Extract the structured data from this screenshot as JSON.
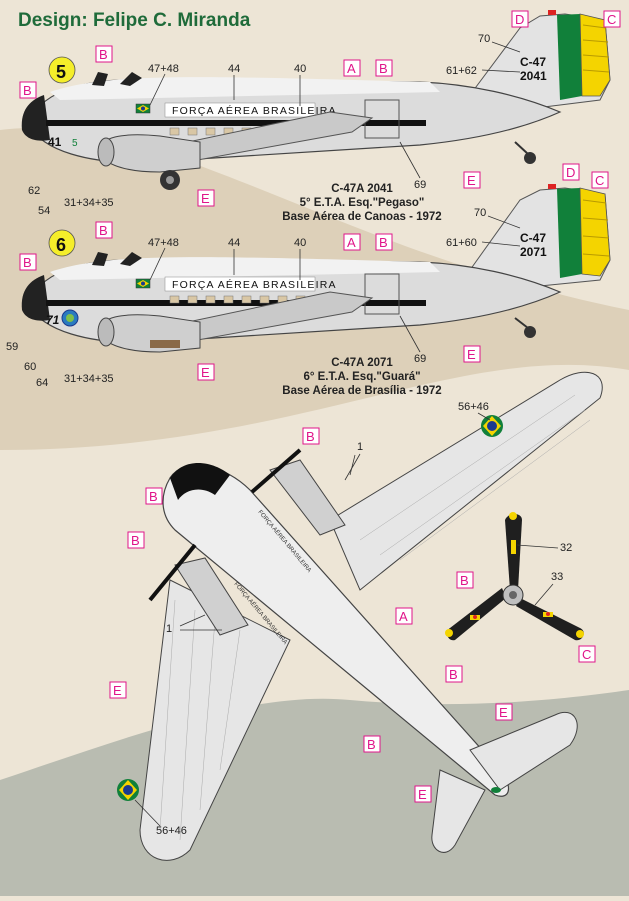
{
  "title": "Design: Felipe C. Miranda",
  "colors": {
    "background_top": "#ede5d6",
    "background_mid": "#ddd0b9",
    "background_bottom": "#b9bcb1",
    "accent_green": "#1f6b3a",
    "callout_pink": "#e0158a",
    "marker_yellow": "#f5ee2a",
    "fuselage_silver": "#dcdcdc",
    "tail_green": "#11803a",
    "tail_yellow": "#f4d400"
  },
  "icons": {
    "roundel": "brazil-roundel-icon",
    "flag": "brazil-flag-icon",
    "badge": "squadron-badge-icon"
  },
  "profiles": [
    {
      "number": "5",
      "fuselage_text": "FORÇA AÉREA BRASILEIRA",
      "tail_type": "C-47",
      "tail_serial": "2041",
      "nose_code": "41",
      "nose_small": "5",
      "caption": [
        "C-47A 2041",
        "5° E.T.A. Esq.\"Pegaso\"",
        "Base Aérea de Canoas - 1972"
      ],
      "refs": {
        "r1": "47+48",
        "r2": "44",
        "r3": "40",
        "r4": "70",
        "r5": "61+62",
        "r6": "62",
        "r7": "54",
        "r8": "31+34+35",
        "r9": "69"
      }
    },
    {
      "number": "6",
      "fuselage_text": "FORÇA AÉREA BRASILEIRA",
      "tail_type": "C-47",
      "tail_serial": "2071",
      "nose_code": "71",
      "caption": [
        "C-47A 2071",
        "6° E.T.A. Esq.\"Guará\"",
        "Base Aérea de Brasília - 1972"
      ],
      "refs": {
        "r1": "47+48",
        "r2": "44",
        "r3": "40",
        "r4": "70",
        "r5": "61+60",
        "r6": "59",
        "r7": "60",
        "r8": "64",
        "r9": "31+34+35",
        "r10": "69"
      }
    }
  ],
  "plan": {
    "refs": {
      "r1": "56+46",
      "r2": "1",
      "r3": "1",
      "r4": "56+46",
      "r5": "32",
      "r6": "33"
    },
    "wing_text_a": "FORÇA AÉREA BRASILEIRA",
    "wing_text_b": "FORÇA AÉREA BRASILEIRA"
  },
  "callouts": {
    "a": "A",
    "b": "B",
    "c": "C",
    "d": "D",
    "e": "E"
  }
}
